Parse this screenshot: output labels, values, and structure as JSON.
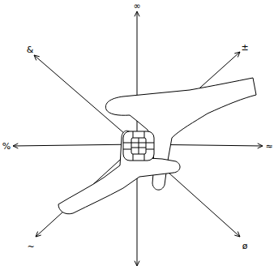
{
  "diagram": {
    "labels": [
      "∞",
      "±",
      "≈",
      "ø",
      "~",
      "%",
      "&"
    ]
  }
}
